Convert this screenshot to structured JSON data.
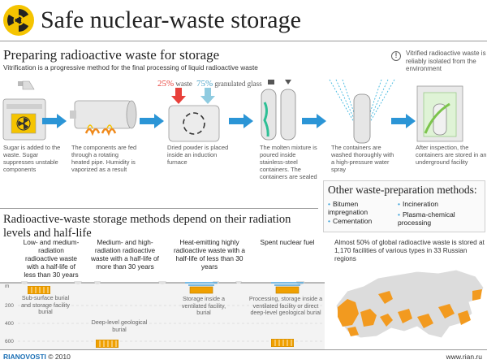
{
  "header": {
    "title": "Safe nuclear-waste storage"
  },
  "vitrification": {
    "title": "Preparing radioactive waste for storage",
    "subtitle": "Vitrification is a progressive method for the final processing of liquid radioactive waste",
    "note": "Vitrified radioactive waste is reliably isolated from the environment",
    "waste_pct": "25%",
    "waste_label": "waste",
    "glass_pct": "75%",
    "glass_label": "granulated glass",
    "steps": [
      "Sugar is added to the waste. Sugar suppresses unstable components",
      "The components are fed through a rotating heated pipe. Humidity is vaporized as a result",
      "Dried powder is placed inside an induction furnace",
      "The molten mixture is poured inside stainless-steel containers. The containers are sealed",
      "The containers are washed thoroughly with a high-pressure water spray",
      "After inspection, the containers are stored in an underground facility"
    ]
  },
  "other_methods": {
    "title": "Other waste-preparation methods:",
    "items": [
      "Bitumen impregnation",
      "Incineration",
      "Cementation",
      "Plasma-chemical processing"
    ]
  },
  "storage": {
    "title": "Radioactive-waste storage methods depend on their radiation levels and half-life",
    "columns": [
      "Low- and medium-radiation radioactive waste with a half-life of less than 30 years",
      "Medium- and high-radiation radioactive waste with a half-life of more than 30 years",
      "Heat-emitting highly radioactive waste with a half-life of less than 30 years",
      "Spent nuclear fuel"
    ],
    "depth_unit": "m",
    "depths": [
      "200",
      "400",
      "600"
    ],
    "layers": [
      "Sub-surface burial and storage facility burial",
      "Deep-level geological burial",
      "Storage inside a ventilated facility, burial",
      "Processing, storage inside a ventilated facility or direct deep-level geological burial"
    ],
    "stat": "Almost 50% of global radioactive waste is stored at 1,170 facilities of various types in 33 Russian regions"
  },
  "footer": {
    "brand": "RIANOVOSTI",
    "copyright": "© 2010",
    "site": "www.rian.ru"
  },
  "colors": {
    "accent_blue": "#2b95d6",
    "hazard_yellow": "#f5c400",
    "container_orange": "#f0a000",
    "map_orange": "#f29a1f",
    "map_gray": "#dcdcdc"
  }
}
